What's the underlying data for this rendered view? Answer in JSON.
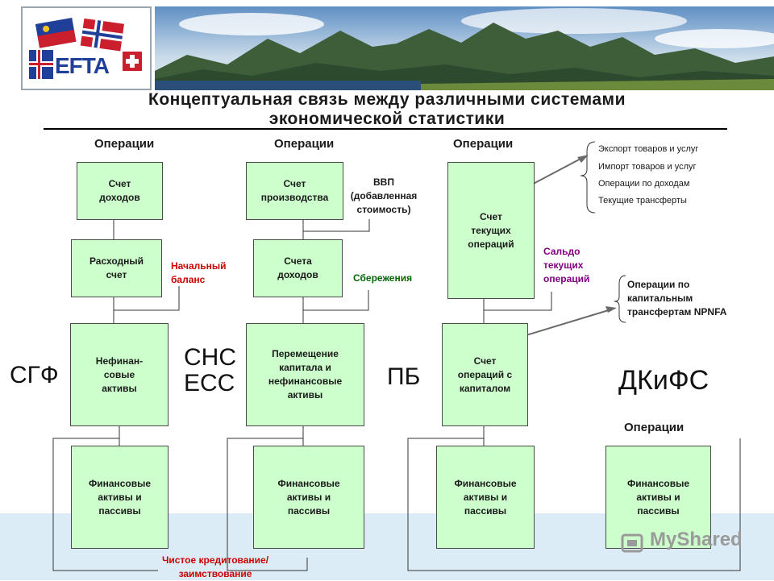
{
  "colors": {
    "box_fill": "#ccffcc",
    "red_label": "#cc0000",
    "purple_label": "#800080",
    "green_label": "#006600",
    "bottom_band": "#dcecf6"
  },
  "logo": {
    "text": "EFTA",
    "icon": "efta-flags-logo-icon"
  },
  "title": {
    "line1": "Концептуальная связь между различными системами",
    "line2": "экономической статистики"
  },
  "column_headers": {
    "col1": "Операции",
    "col2": "Операции",
    "col3": "Операции",
    "col4": "Операции"
  },
  "systems": {
    "sgf": "СГФ",
    "sns": "СНС\nЕСС",
    "pb": "ПБ",
    "dkifs": "ДКиФС"
  },
  "boxes": {
    "income_account": "Счет\nдоходов",
    "expenditure_account": "Расходный\nсчет",
    "nonfinancial_assets": "Нефинан-\nсовые\nактивы",
    "financial_1": "Финансовые\nактивы и\nпассивы",
    "production_account": "Счет\nпроизводства",
    "income_accounts": "Счета\nдоходов",
    "capital_transfer": "Перемещение\nкапитала и\nнефинансовые\nактивы",
    "financial_2": "Финансовые\nактивы и\nпассивы",
    "current_account": "Счет\nтекущих\nопераций",
    "capital_account": "Счет\nопераций с\nкапиталом",
    "financial_3": "Финансовые\nактивы и\nпассивы",
    "financial_4": "Финансовые\nактивы и\nпассивы"
  },
  "labels": {
    "opening_balance": "Начальный\nбаланс",
    "gdp": "ВВП\n(добавленная\nстоимость)",
    "savings": "Сбережения",
    "current_balance": "Сальдо\nтекущих\nопераций",
    "net_lending": "Чистое кредитование/\nзаимствование",
    "capital_transfers": "Операции по\nкапитальным\nтрансфертам NPNFA"
  },
  "current_ops_list": [
    "Экспорт товаров и услуг",
    "Импорт товаров и услуг",
    "Операции по доходам",
    "Текущие трансферты"
  ],
  "watermark": {
    "text": "MyShared"
  }
}
